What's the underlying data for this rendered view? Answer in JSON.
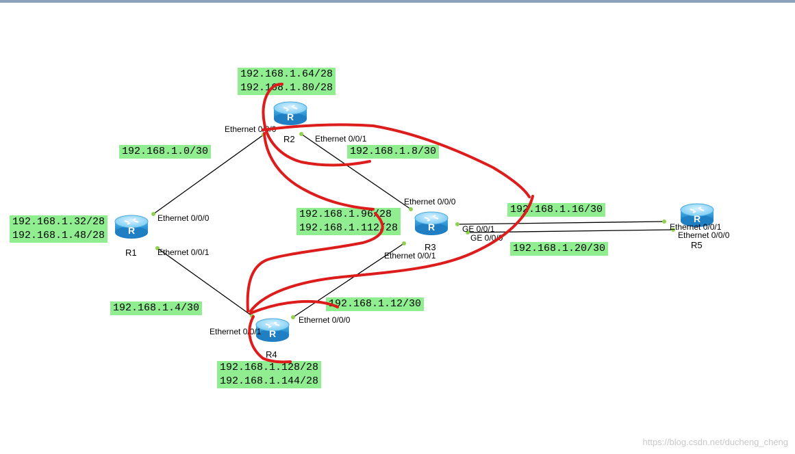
{
  "routers": [
    {
      "id": "R1",
      "name": "R1"
    },
    {
      "id": "R2",
      "name": "R2"
    },
    {
      "id": "R3",
      "name": "R3"
    },
    {
      "id": "R4",
      "name": "R4"
    },
    {
      "id": "R5",
      "name": "R5"
    }
  ],
  "interfaces": {
    "r1_e000": "Ethernet 0/0/0",
    "r1_e001": "Ethernet 0/0/1",
    "r2_e000": "Ethernet 0/0/0",
    "r2_e001": "Ethernet 0/0/1",
    "r3_e000": "Ethernet 0/0/0",
    "r3_e001": "Ethernet 0/0/1",
    "r3_ge001": "GE 0/0/1",
    "r3_ge000": "GE 0/0/0",
    "r4_e000": "Ethernet 0/0/0",
    "r4_e001": "Ethernet 0/0/1",
    "r5_e001": "Ethernet 0/0/1",
    "r5_e000": "Ethernet 0/0/0"
  },
  "subnets": {
    "r2_lan": [
      "192.168.1.64/28",
      "192.168.1.80/28"
    ],
    "r1_lan": [
      "192.168.1.32/28",
      "192.168.1.48/28"
    ],
    "r3_lan": [
      "192.168.1.96/28",
      "192.168.1.112/28"
    ],
    "r4_lan": [
      "192.168.1.128/28",
      "192.168.1.144/28"
    ],
    "r1_r2": "192.168.1.0/30",
    "r2_r3": "192.168.1.8/30",
    "r1_r4": "192.168.1.4/30",
    "r3_r4": "192.168.1.12/30",
    "r3_r5_a": "192.168.1.16/30",
    "r3_r5_b": "192.168.1.20/30"
  },
  "watermark": "https://blog.csdn.net/ducheng_cheng",
  "colors": {
    "label_bg": "#90ee90",
    "annotation": "#dd1c1c",
    "link": "#000000",
    "router": "#2f9bd8"
  }
}
